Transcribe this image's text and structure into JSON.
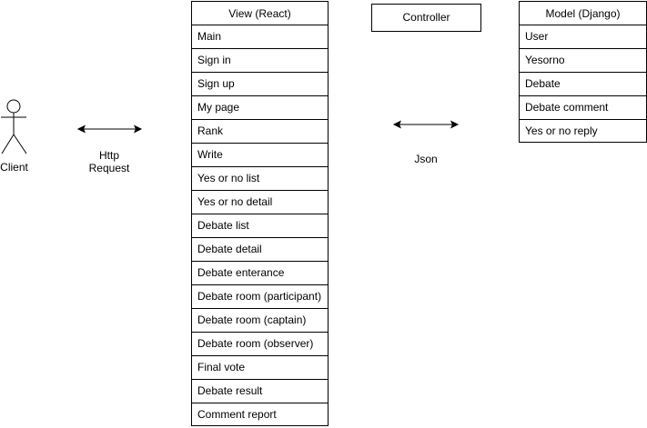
{
  "client": {
    "label": "Client",
    "icon": "stick-figure-actor"
  },
  "http_connector": {
    "label_line1": "Http",
    "label_line2": "Request"
  },
  "json_connector": {
    "label": "Json"
  },
  "view": {
    "title": "View (React)",
    "items": [
      "Main",
      "Sign in",
      "Sign up",
      "My page",
      "Rank",
      "Write",
      "Yes or no list",
      "Yes or no detail",
      "Debate list",
      "Debate detail",
      "Debate enterance",
      "Debate room (participant)",
      "Debate room (captain)",
      "Debate room (observer)",
      "Final vote",
      "Debate result",
      "Comment report"
    ]
  },
  "controller": {
    "title": "Controller"
  },
  "model": {
    "title": "Model (Django)",
    "items": [
      "User",
      "Yesorno",
      "Debate",
      "Debate comment",
      "Yes or no reply"
    ]
  },
  "colors": {
    "stroke": "#000000",
    "fill": "#ffffff"
  }
}
